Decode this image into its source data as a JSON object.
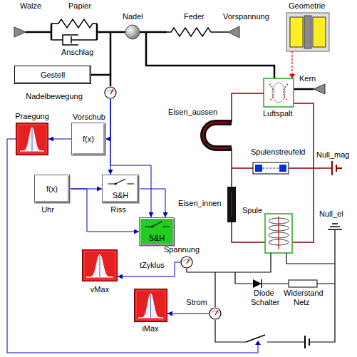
{
  "diagram": {
    "nodes": [
      {
        "text": [
          "Gestell"
        ]
      },
      {
        "text": [
          "Nadelbewegung"
        ]
      },
      {
        "text": [
          "Praegung"
        ]
      },
      {
        "text": [
          "Vorschub",
          "f(x)"
        ]
      },
      {
        "text": [
          "f(x)",
          "Uhr"
        ]
      },
      {
        "text": [
          "S&H",
          "Riss"
        ]
      },
      {
        "text": [
          "S&H"
        ]
      },
      {
        "text": [
          "Spannung"
        ]
      },
      {
        "text": [
          "vMax"
        ]
      },
      {
        "text": [
          "iMax"
        ]
      },
      {
        "text": [
          "Strom"
        ]
      }
    ],
    "edges": [
      {
        "from": 0,
        "to": 1,
        "arrow": "none"
      },
      {
        "from": 1,
        "to": 3,
        "arrow": "to"
      },
      {
        "from": 3,
        "to": 2,
        "arrow": "to"
      },
      {
        "from": 1,
        "to": 5,
        "arrow": "to"
      },
      {
        "from": 1,
        "to": 6,
        "arrow": "to"
      },
      {
        "from": 4,
        "to": 5,
        "arrow": "to"
      },
      {
        "from": 4,
        "to": 6,
        "arrow": "to"
      },
      {
        "from": 5,
        "to": 6,
        "arrow": "to"
      },
      {
        "from": 7,
        "to": 8,
        "arrow": "to"
      },
      {
        "from": 10,
        "to": 9,
        "arrow": "to"
      }
    ],
    "labels": [
      "Walze",
      "Papier",
      "Nadel",
      "Feder",
      "Vorspannung",
      "Geometrie",
      "Anschlag",
      "Kern",
      "Luftspalt",
      "Eisen_aussen",
      "Spulenstreufeld",
      "Null_mag",
      "Eisen_innen",
      "Spule",
      "Null_el",
      "tZyklus",
      "Diode",
      "Schalter",
      "Widerstand",
      "Netz"
    ]
  }
}
